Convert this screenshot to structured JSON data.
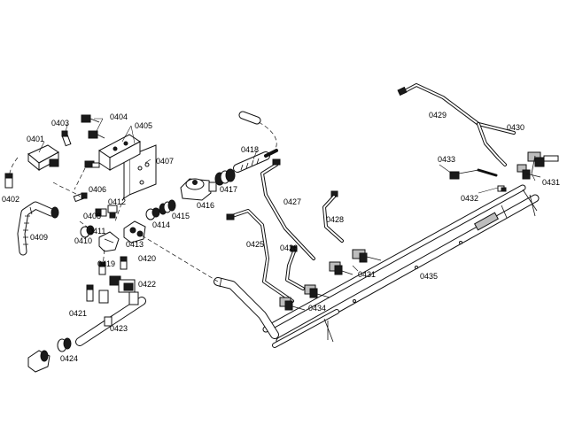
{
  "diagram": {
    "labels": {
      "p0401": "0401",
      "p0402": "0402",
      "p0403": "0403",
      "p0404": "0404",
      "p0405": "0405",
      "p0406": "0406",
      "p0407": "0407",
      "p0408": "0408",
      "p0409": "0409",
      "p0410": "0410",
      "p0411": "0411",
      "p0412": "0412",
      "p0413": "0413",
      "p0414": "0414",
      "p0415": "0415",
      "p0416": "0416",
      "p0417": "0417",
      "p0418": "0418",
      "p0419": "0419",
      "p0420": "0420",
      "p0421": "0421",
      "p0422": "0422",
      "p0423": "0423",
      "p0424": "0424",
      "p0425": "0425",
      "p0426": "0426",
      "p0427": "0427",
      "p0428": "0428",
      "p0429": "0429",
      "p0430": "0430",
      "p0431a": "0431",
      "p0431b": "0431",
      "p0432": "0432",
      "p0433": "0433",
      "p0434": "0434",
      "p0435": "0435"
    }
  }
}
